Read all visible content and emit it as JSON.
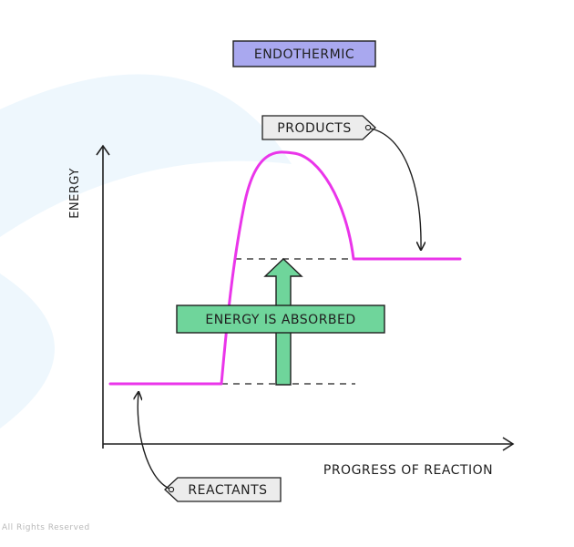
{
  "diagram": {
    "title": "ENDOTHERMIC",
    "y_axis_label": "ENERGY",
    "x_axis_label": "PROGRESS OF REACTION",
    "products_label": "PRODUCTS",
    "reactants_label": "REACTANTS",
    "energy_label": "ENERGY IS ABSORBED",
    "copyright": "All Rights Reserved"
  },
  "colors": {
    "title_bg": "#a9a8ef",
    "curve": "#ea35ea",
    "arrow_fill": "#6fd59b",
    "tag_fill": "#ececec",
    "ink": "#1f1f1f",
    "watermark": "#eef7fd"
  }
}
